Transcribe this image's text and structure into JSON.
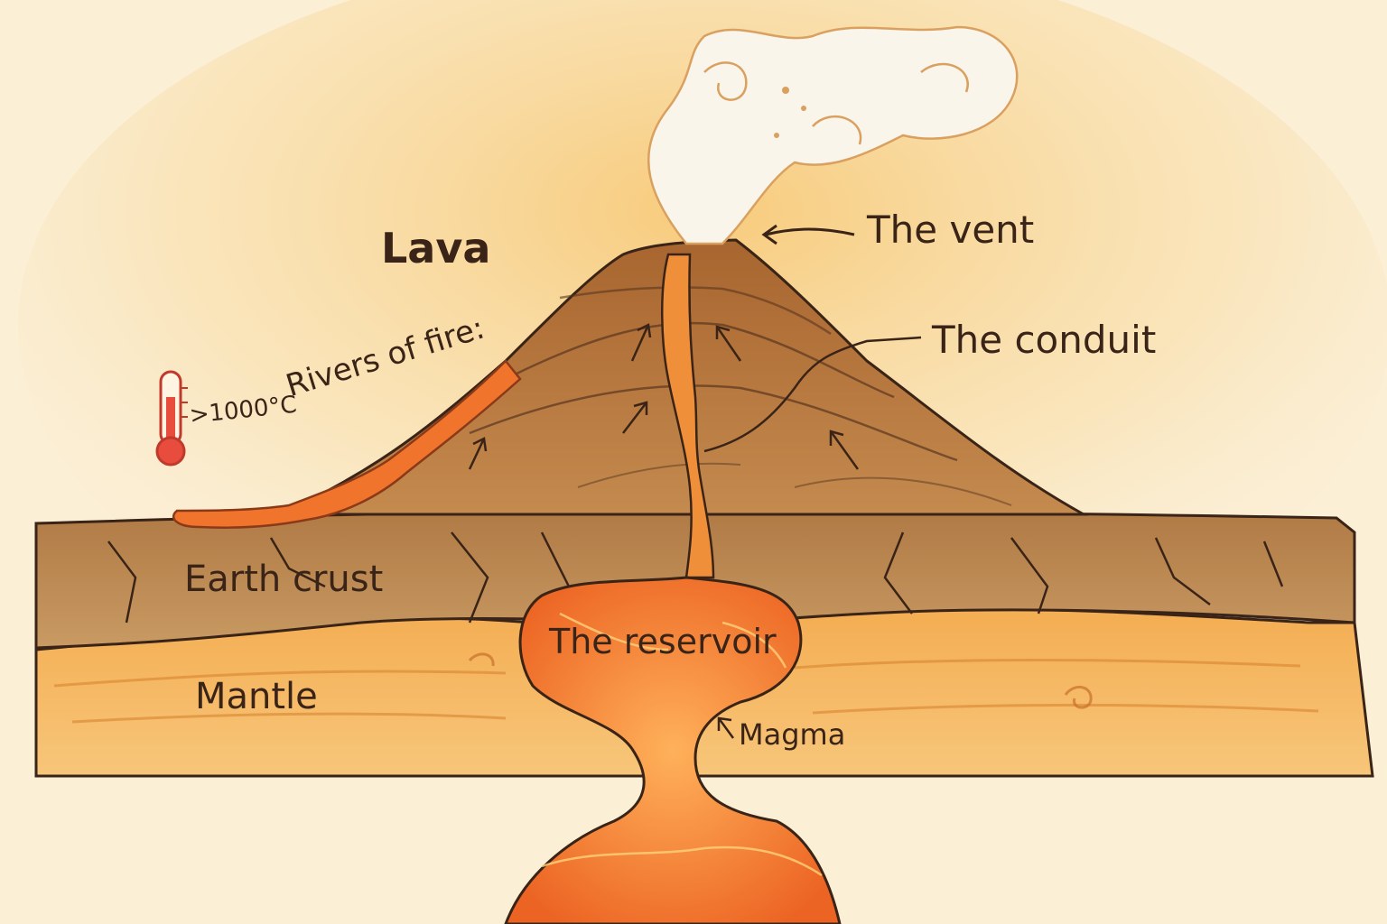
{
  "labels": {
    "lava": "Lava",
    "vent": "The vent",
    "conduit": "The conduit",
    "temperature": ">1000°C",
    "rivers": "Rivers of fire:",
    "crust": "Earth crust",
    "mantle": "Mantle",
    "reservoir": "The reservoir",
    "magma": "Magma"
  },
  "icons": [
    "thermometer-icon"
  ],
  "colors": {
    "background": "#fbefd6",
    "mountain": "#b87a3f",
    "crust": "#b98652",
    "mantle": "#f2a64a",
    "lava": "#f0742c",
    "smoke": "#faf5ea",
    "ink": "#3a2418"
  }
}
